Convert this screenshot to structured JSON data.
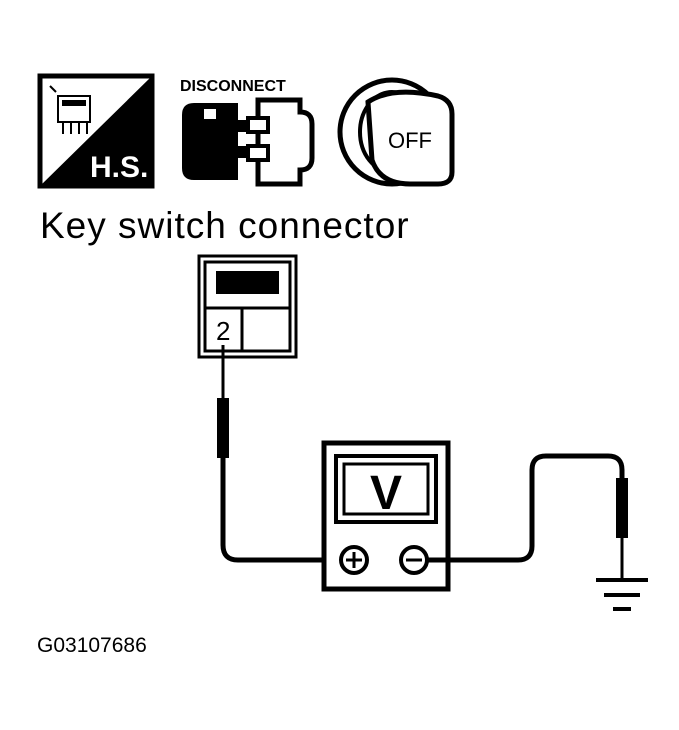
{
  "icons": {
    "hs_label": "H.S.",
    "disconnect_label": "DISCONNECT",
    "key_label": "OFF"
  },
  "caption": "Key switch connector",
  "connector": {
    "terminal": "2"
  },
  "meter": {
    "display": "V",
    "positive": "+",
    "negative": "−"
  },
  "figure_id": "G03107686"
}
